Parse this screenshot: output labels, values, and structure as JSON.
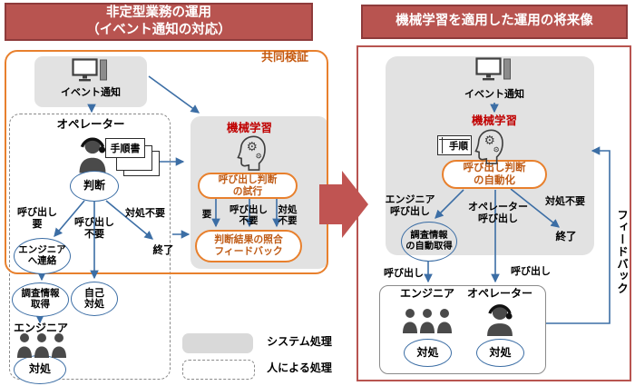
{
  "colors": {
    "header_red": "#b85450",
    "header_border": "#8e3b3b",
    "accent_orange": "#e8802d",
    "orange_text": "#bf5b16",
    "ml_red_text": "#c00000",
    "flow_blue": "#3c6ea5",
    "panel_grey": "#e2e2e2",
    "icon_dark": "#4a4a4a",
    "big_arrow_red": "#c05452"
  },
  "left_panel": {
    "title": [
      "非定型業務の運用",
      "（イベント通知の対応）"
    ],
    "joint_verification": "共同検証",
    "event_notice": "イベント通知",
    "operator_flow": {
      "title": "オペレーター",
      "manual": "手順書",
      "judgment": "判断",
      "call_needed": [
        "呼び出し",
        "要"
      ],
      "call_not_needed": [
        "呼び出し",
        "不要"
      ],
      "no_action_needed": "対処不要",
      "end": "終了",
      "contact_engineer": [
        "エンジニア",
        "へ連絡"
      ],
      "get_info": [
        "調査情報",
        "取得"
      ],
      "self_handle": [
        "自己",
        "対処"
      ],
      "engineer": "エンジニア",
      "handle": "対処"
    },
    "ml_box": {
      "title": "機械学習",
      "trial": [
        "呼び出し判断",
        "の試行"
      ],
      "needed": "要",
      "call_not_needed": [
        "呼び出し",
        "不要"
      ],
      "no_action_needed": [
        "対処",
        "不要"
      ],
      "feedback_box": [
        "判断結果の照合",
        "フィードバック"
      ]
    }
  },
  "legend": {
    "system": "システム処理",
    "human": "人による処理"
  },
  "right_panel": {
    "title": "機械学習を適用した運用の将来像",
    "event_notice": "イベント通知",
    "ml_title": "機械学習",
    "manual": "手順",
    "automation": [
      "呼び出し判断",
      "の自動化"
    ],
    "engineer_call": [
      "エンジニア",
      "呼び出し"
    ],
    "operator_call": [
      "オペレーター",
      "呼び出し"
    ],
    "no_action_needed": "対処不要",
    "end": "終了",
    "auto_get_info": [
      "調査情報",
      "の自動取得"
    ],
    "call_engineer": "呼び出し",
    "call_operator": "呼び出し",
    "engineer": "エンジニア",
    "operator": "オペレーター",
    "handle_engineer": "対処",
    "handle_operator": "対処",
    "feedback": "フィードバック"
  }
}
